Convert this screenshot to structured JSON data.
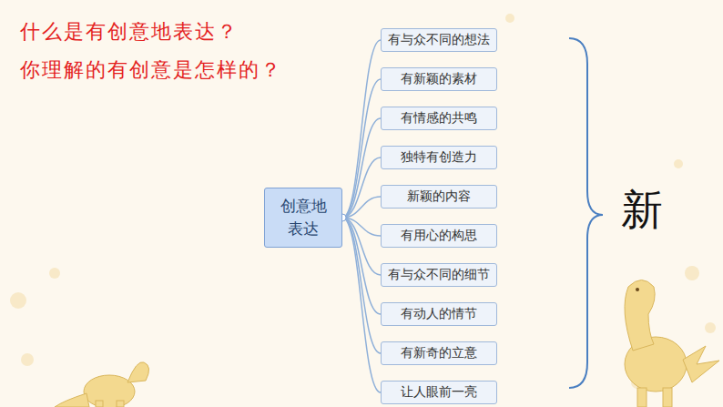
{
  "diagram": {
    "title": "什么是有创意地表达？",
    "nodes": [
      {
        "text": [
          "创意地表达"
        ]
      },
      {
        "text": [
          "有与众不同的想法"
        ]
      },
      {
        "text": [
          "有新颖的素材"
        ]
      },
      {
        "text": [
          "有情感的共鸣"
        ]
      },
      {
        "text": [
          "独特有创造力"
        ]
      },
      {
        "text": [
          "新颖的内容"
        ]
      },
      {
        "text": [
          "有用心的构思"
        ]
      },
      {
        "text": [
          "有与众不同的细节"
        ]
      },
      {
        "text": [
          "有动人的情节"
        ]
      },
      {
        "text": [
          "有新奇的立意"
        ]
      },
      {
        "text": [
          "让人眼前一亮"
        ]
      }
    ],
    "edges": [
      {
        "from": 0,
        "to": 1,
        "arrow": "none"
      },
      {
        "from": 0,
        "to": 2,
        "arrow": "none"
      },
      {
        "from": 0,
        "to": 3,
        "arrow": "none"
      },
      {
        "from": 0,
        "to": 4,
        "arrow": "none"
      },
      {
        "from": 0,
        "to": 5,
        "arrow": "none"
      },
      {
        "from": 0,
        "to": 6,
        "arrow": "none"
      },
      {
        "from": 0,
        "to": 7,
        "arrow": "none"
      },
      {
        "from": 0,
        "to": 8,
        "arrow": "none"
      },
      {
        "from": 0,
        "to": 9,
        "arrow": "none"
      },
      {
        "from": 0,
        "to": 10,
        "arrow": "none"
      }
    ],
    "labels": [
      "你理解的有创意是怎样的？",
      "新"
    ]
  }
}
